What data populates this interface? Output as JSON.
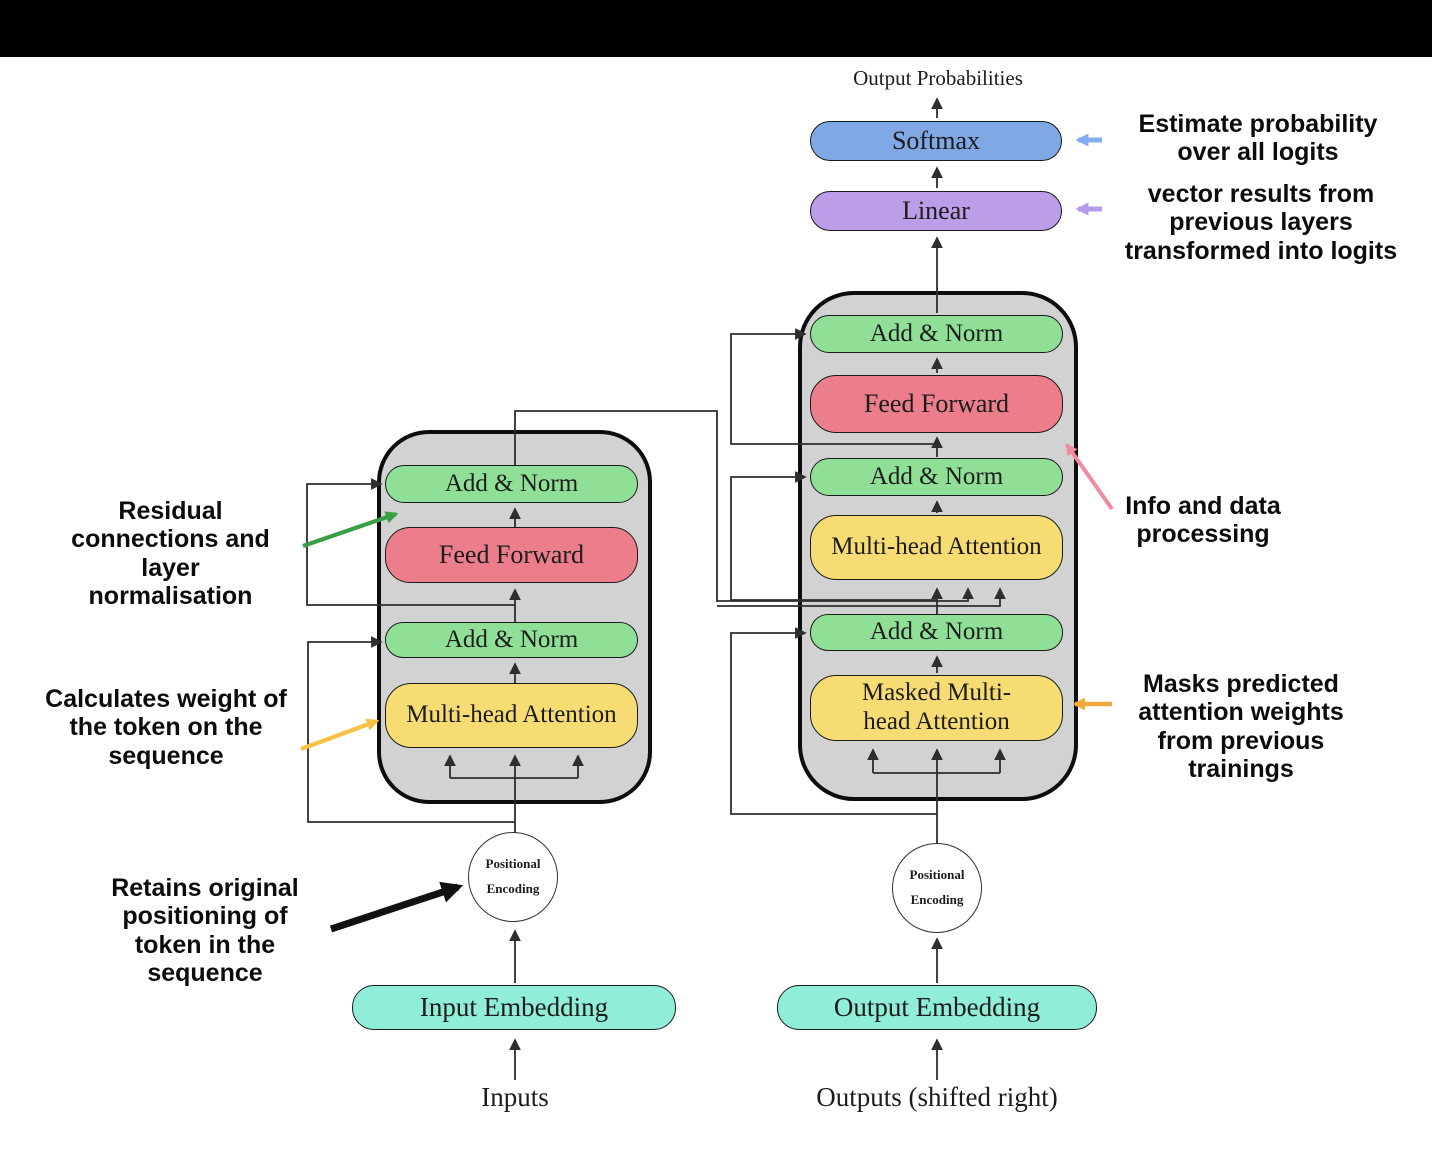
{
  "top_label": "Output Probabilities",
  "nodes": {
    "softmax": "Softmax",
    "linear": "Linear",
    "add_norm": "Add & Norm",
    "feed_forward": "Feed Forward",
    "mha": "Multi-head Attention",
    "masked_mha": "Masked Multi-head Attention",
    "pos_enc": "Positional\nEncoding",
    "input_embedding": "Input Embedding",
    "output_embedding": "Output Embedding",
    "inputs": "Inputs",
    "outputs": "Outputs (shifted right)"
  },
  "annotations": {
    "softmax_note": "Estimate probability\nover all logits",
    "linear_note": "vector results from\nprevious layers\ntransformed into logits",
    "info_note": "Info and data\nprocessing",
    "mask_note": "Masks predicted\nattention weights\nfrom previous\ntrainings",
    "residual_note": "Residual\nconnections and\nlayer\nnormalisation",
    "weight_note": "Calculates weight of\nthe token on the\nsequence",
    "positional_note": "Retains original\npositioning of\ntoken in the\nsequence"
  },
  "colors": {
    "softmax_blue": "#7fa8e5",
    "linear_purple": "#bc9de8",
    "add_norm_green": "#8fe096",
    "feed_forward_red": "#ec7e8c",
    "attention_yellow": "#f6dc72",
    "embedding_teal": "#8fedd8",
    "block_gray": "#d2d2d2",
    "line_dark": "#2e2e2e",
    "arrow_green": "#3a9e44",
    "arrow_yellow": "#f7c143",
    "arrow_orange": "#f5a93b",
    "arrow_pink": "#f08ca0",
    "arrow_blue": "#84acf0",
    "arrow_purple": "#b49cec",
    "arrow_black": "#111111"
  }
}
